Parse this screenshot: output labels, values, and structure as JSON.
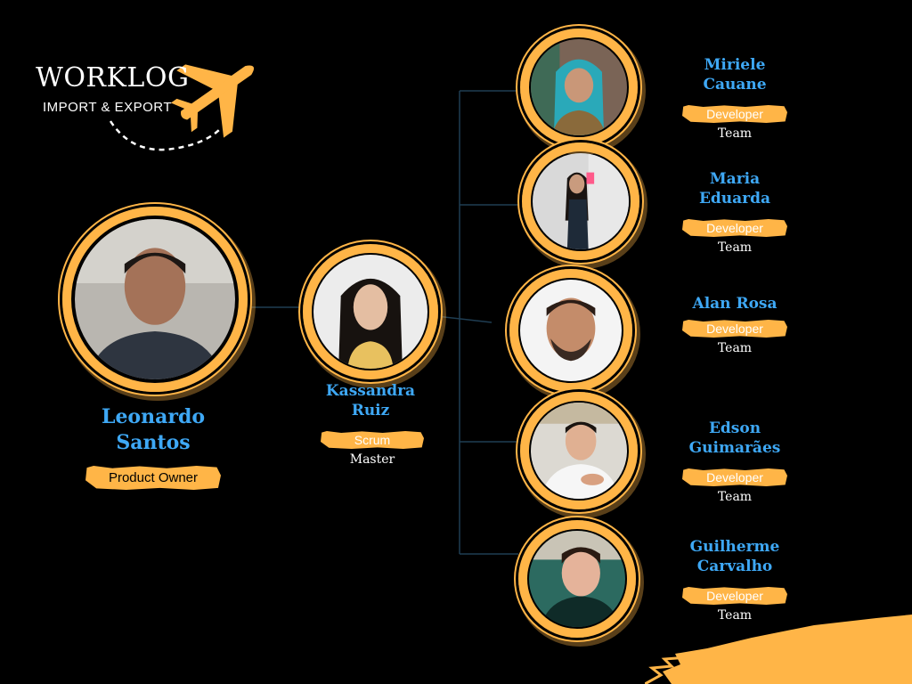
{
  "logo": {
    "title": "WORKLOG",
    "subtitle": "IMPORT & EXPORT"
  },
  "owner": {
    "name_line1": "Leonardo",
    "name_line2": "Santos",
    "role": "Product Owner"
  },
  "scrum_master": {
    "name_line1": "Kassandra",
    "name_line2": "Ruiz",
    "role": "Scrum",
    "role_suffix": "Master"
  },
  "team": [
    {
      "name_line1": "Miriele",
      "name_line2": "Cauane",
      "role": "Developer",
      "role_suffix": "Team"
    },
    {
      "name_line1": "Maria",
      "name_line2": "Eduarda",
      "role": "Developer",
      "role_suffix": "Team"
    },
    {
      "name_line1": "Alan Rosa",
      "name_line2": "",
      "role": "Developer",
      "role_suffix": "Team"
    },
    {
      "name_line1": "Edson",
      "name_line2": "Guimarães",
      "role": "Developer",
      "role_suffix": "Team"
    },
    {
      "name_line1": "Guilherme",
      "name_line2": "Carvalho",
      "role": "Developer",
      "role_suffix": "Team"
    }
  ],
  "colors": {
    "accent": "#ffb547",
    "name": "#3ea8f5",
    "background": "#000000",
    "connector": "#1f3d52"
  }
}
